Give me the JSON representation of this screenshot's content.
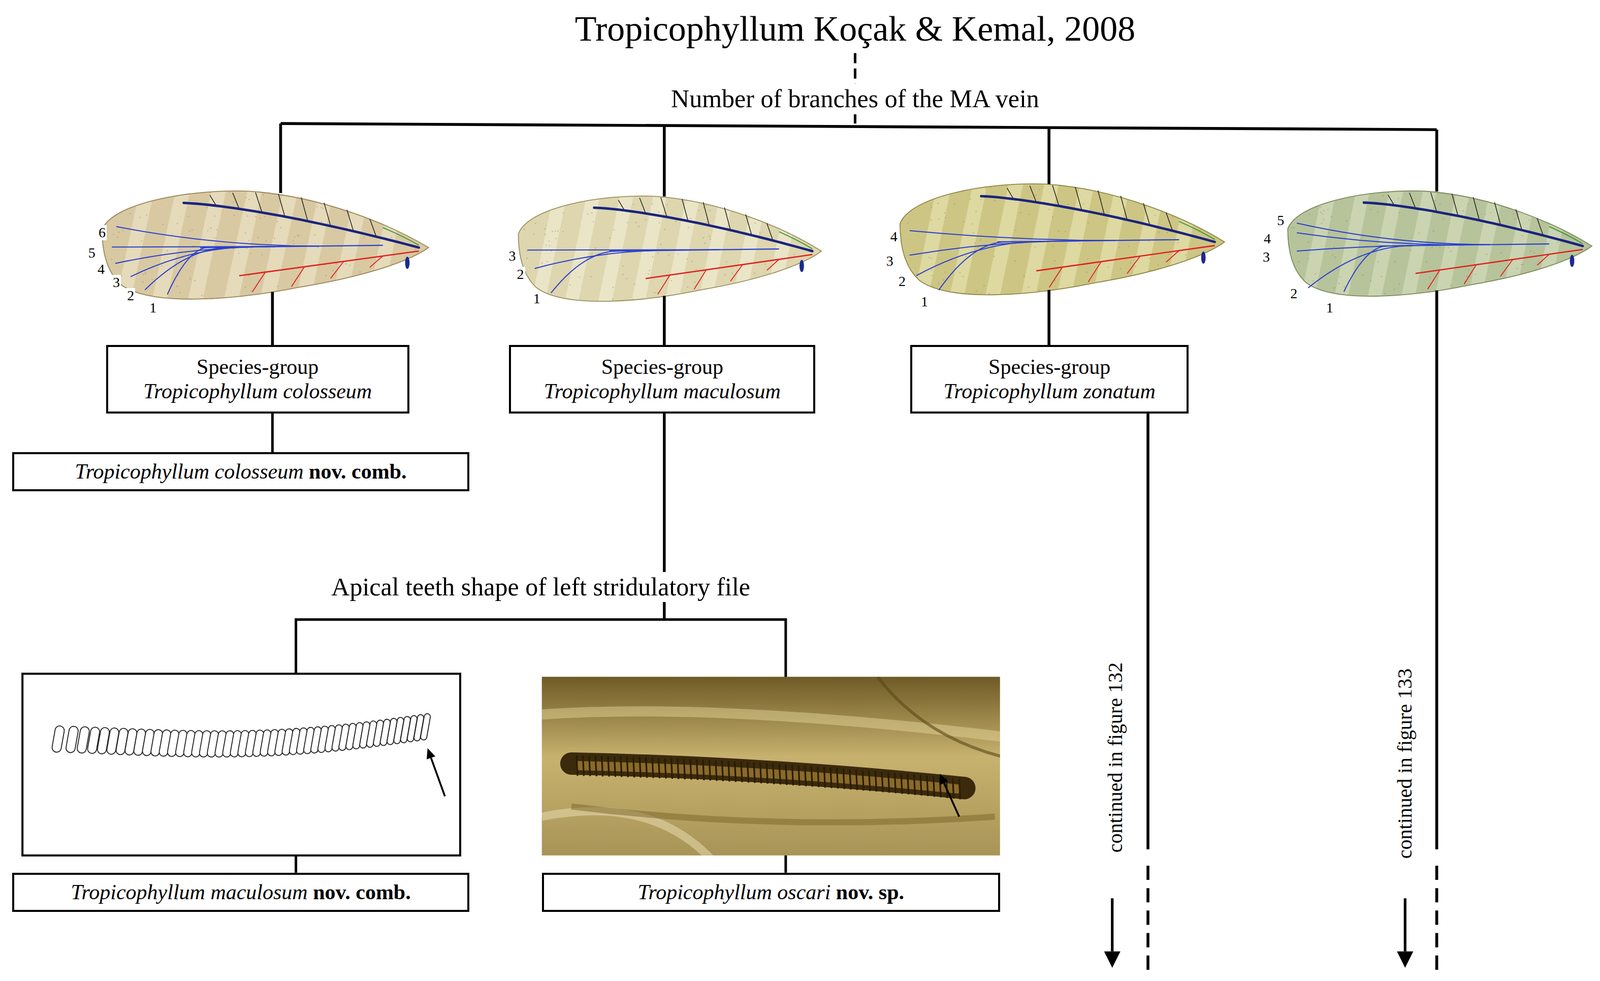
{
  "diagram": {
    "title": "Tropicophyllum Koçak & Kemal, 2008",
    "nodes": [
      {
        "text": [
          "Species-group",
          "Tropicophyllum colosseum"
        ]
      },
      {
        "text": [
          "Species-group",
          "Tropicophyllum maculosum"
        ]
      },
      {
        "text": [
          "Species-group",
          "Tropicophyllum zonatum"
        ]
      },
      {
        "text": [
          "Tropicophyllum colosseum",
          "nov. comb."
        ]
      },
      {
        "text": [
          "Tropicophyllum maculosum",
          "nov. comb."
        ]
      },
      {
        "text": [
          "Tropicophyllum oscari",
          "nov. sp."
        ]
      }
    ],
    "edges": [
      {
        "from": 0,
        "to": 3,
        "arrow": "none"
      },
      {
        "from": 1,
        "to": 4,
        "arrow": "none"
      },
      {
        "from": 1,
        "to": 5,
        "arrow": "none"
      }
    ],
    "labels": [
      "Number of branches of the MA vein",
      "6",
      "5",
      "4",
      "3",
      "2",
      "1",
      "3",
      "2",
      "1",
      "4",
      "3",
      "2",
      "1",
      "5",
      "4",
      "3",
      "2",
      "1",
      "Apical teeth shape of left stridulatory file",
      "continued in figure 132",
      "continued in figure 133"
    ]
  }
}
